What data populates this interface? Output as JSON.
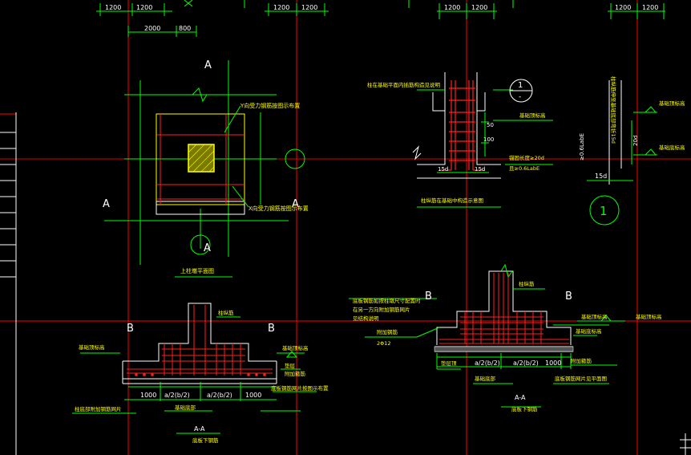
{
  "colors": {
    "background": "#000000",
    "axis": "#ff0000",
    "grid_major": "#ff0000",
    "outline": "#ffffff",
    "dimension": "#00ff00",
    "rebar": "#ff2020",
    "hatch": "#ffff00",
    "label": "#ffff00",
    "text": "#ffffff"
  },
  "top_dims": {
    "d1": "1200",
    "d2": "1200",
    "d3": "1200",
    "d4": "1200",
    "d5": "1200",
    "d6": "1200",
    "d7": "1200",
    "d8": "1200",
    "d9": "2000",
    "d10": "800"
  },
  "plan": {
    "mark_a_top": "A",
    "mark_a_left": "A",
    "mark_a_right": "A",
    "mark_a_bottom": "A",
    "note_top": "Y向受力钢筋按图示布置",
    "note_bottom": "X向受力钢筋按图示布置",
    "title": "上柱墩平面图"
  },
  "column_detail": {
    "note_top": "柱在基础平面内插筋构造见说明",
    "callout": "1",
    "callout_sub": "-",
    "dim_50": "50",
    "dim_100": "100",
    "dim_15d_left": "15d",
    "dim_15d_right": "15d",
    "note_anchor": "锚固长度≥20d",
    "note_laE": "且≥0.6LabE",
    "label_right": "基础顶标高",
    "title": "柱纵筋在基础中构造示意图"
  },
  "right_detail": {
    "vertical_note": "柱纵筋伸至基础底部弯折15d",
    "dim_06": "≥0.6LabE",
    "dim_20d": "20d",
    "label_top": "基础顶标高",
    "label_mid": "基础底标高",
    "dim_15d": "15d",
    "callout": "1"
  },
  "section_left": {
    "mark_b_left": "B",
    "mark_b_right": "B",
    "label_left": "基础顶标高",
    "label_top": "柱纵筋",
    "label_right_top": "基础顶标高",
    "label_right_mid": "垫层",
    "label_right_bot": "附加箍筋",
    "label_bottom_right": "底板钢筋网片按图示布置",
    "label_bottom_left": "柱底部附加钢筋网片",
    "label_bottom_center": "基础底部",
    "dim_1000_left": "1000",
    "dim_a2_left": "a/2(b/2)",
    "dim_a2_right": "a/2(b/2)",
    "dim_1000_right": "1000",
    "title": "A-A",
    "subtitle": "底板下钢筋"
  },
  "section_right": {
    "mark_b_left": "B",
    "mark_b_right": "B",
    "note_top1": "底板钢筋如按柱墩尺寸配置时",
    "note_top2": "在另一方向附加钢筋网片",
    "note_top3": "见结构说明",
    "label_left": "附加钢筋",
    "label_left2": "2Φ12",
    "label_top": "柱纵筋",
    "label_right_top": "基础顶标高",
    "label_far_right": "基础顶标高",
    "label_right_mid": "基础底标高",
    "label_mid_left": "附加箍筋",
    "label_bottom_left": "垫层顶",
    "label_bottom_center": "基础底部",
    "label_bottom_right": "底板钢筋网片见平面图",
    "dim_a2_left": "a/2(b/2)",
    "dim_a2_right": "a/2(b/2)",
    "dim_1000": "1000",
    "title": "A-A",
    "subtitle": "底板下钢筋"
  }
}
